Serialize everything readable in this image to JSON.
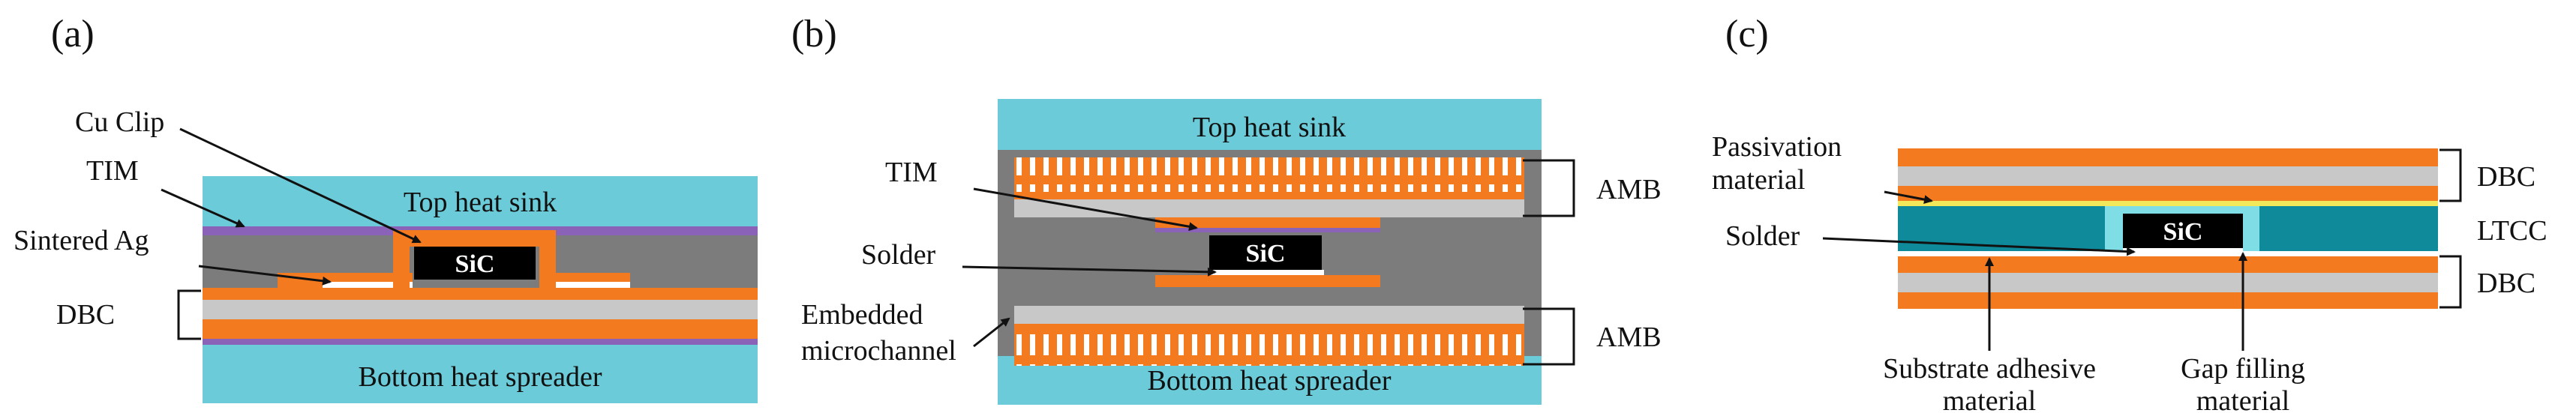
{
  "panels": {
    "a": {
      "label": "(a)",
      "top_heat_sink": "Top heat sink",
      "bottom": "Bottom heat spreader",
      "chip": "SiC",
      "cu_clip": "Cu Clip",
      "tim": "TIM",
      "sintered": "Sintered Ag",
      "dbc": "DBC"
    },
    "b": {
      "label": "(b)",
      "top_heat_sink": "Top heat sink",
      "bottom": "Bottom heat spreader",
      "chip": "SiC",
      "tim": "TIM",
      "solder": "Solder",
      "embedded_1": "Embedded",
      "embedded_2": "microchannel",
      "amb_top": "AMB",
      "amb_bottom": "AMB"
    },
    "c": {
      "label": "(c)",
      "chip": "SiC",
      "passivation_1": "Passivation",
      "passivation_2": "material",
      "solder": "Solder",
      "dbc_top": "DBC",
      "ltcc": "LTCC",
      "dbc_bottom": "DBC",
      "substrate_1": "Substrate adhesive",
      "substrate_2": "material",
      "gap_1": "Gap filling",
      "gap_2": "material"
    }
  },
  "colors": {
    "heat_sink": "#6ccbd8",
    "copper": "#f47a20",
    "ceramic": "#c8c8c8",
    "mold": "#7c7c7c",
    "tim": "#8a63b8",
    "chip": "#000000",
    "ltcc": "#0e8a9a",
    "gap": "#7fdde5",
    "passivation": "#f2e85a"
  }
}
